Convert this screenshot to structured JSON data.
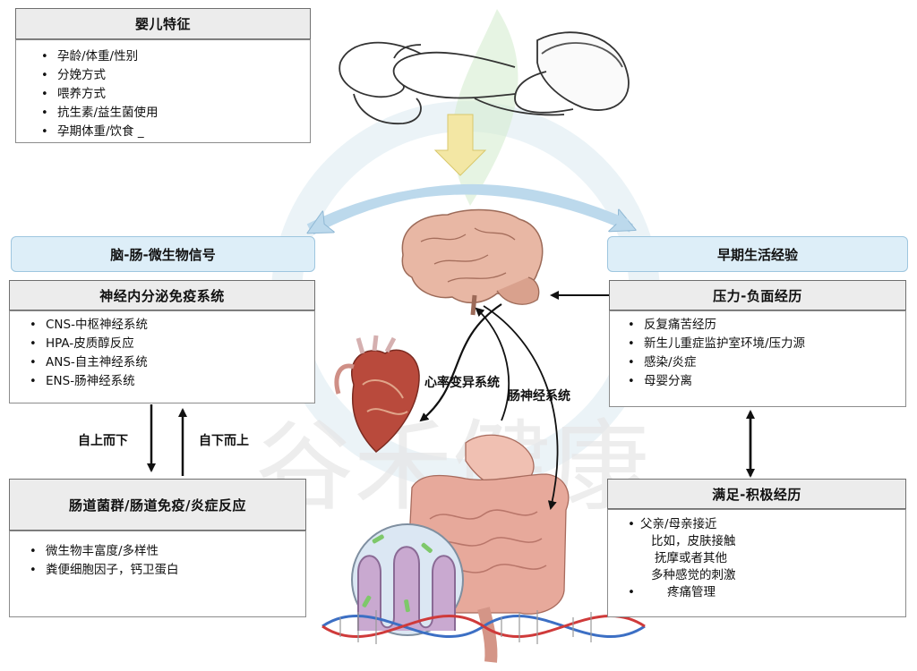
{
  "infant": {
    "title": "婴儿特征",
    "items": [
      "孕龄/体重/性别",
      "分娩方式",
      "喂养方式",
      "抗生素/益生菌使用",
      "孕期体重/饮食 _"
    ]
  },
  "brain_gut": {
    "pill_label": "脑-肠-微生物信号",
    "neuro_title": "神经内分泌免疫系统",
    "neuro_items": [
      "CNS-中枢神经系统",
      "HPA-皮质醇反应",
      "ANS-自主神经系统",
      "ENS-肠神经系统"
    ],
    "top_down": "自上而下",
    "bottom_up": "自下而上",
    "gut_title": "肠道菌群/肠道免疫/炎症反应",
    "gut_items": [
      "微生物丰富度/多样性",
      "粪便细胞因子，钙卫蛋白"
    ]
  },
  "early_life": {
    "pill_label": "早期生活经验",
    "stress_title": "压力-负面经历",
    "stress_items": [
      "反复痛苦经历",
      "新生儿重症监护室环境/压力源",
      "感染/炎症",
      "母婴分离"
    ],
    "positive_title": "满足-积极经历",
    "positive_lines": [
      "父亲/母亲接近",
      "比如，皮肤接触",
      "抚摩或者其他",
      "多种感觉的刺激",
      "疼痛管理"
    ]
  },
  "center": {
    "hrv_label": "心率变异系统",
    "ens_label": "肠神经系统"
  },
  "watermark": "谷禾健康",
  "colors": {
    "pill_bg": "#ddeef8",
    "header_bg": "#ececec",
    "brain": "#e8b7a4",
    "heart": "#b94a3c",
    "gut": "#e7a99b",
    "down_arrow": "#f3e7a4",
    "curve_arrow": "#bcd9ec"
  }
}
